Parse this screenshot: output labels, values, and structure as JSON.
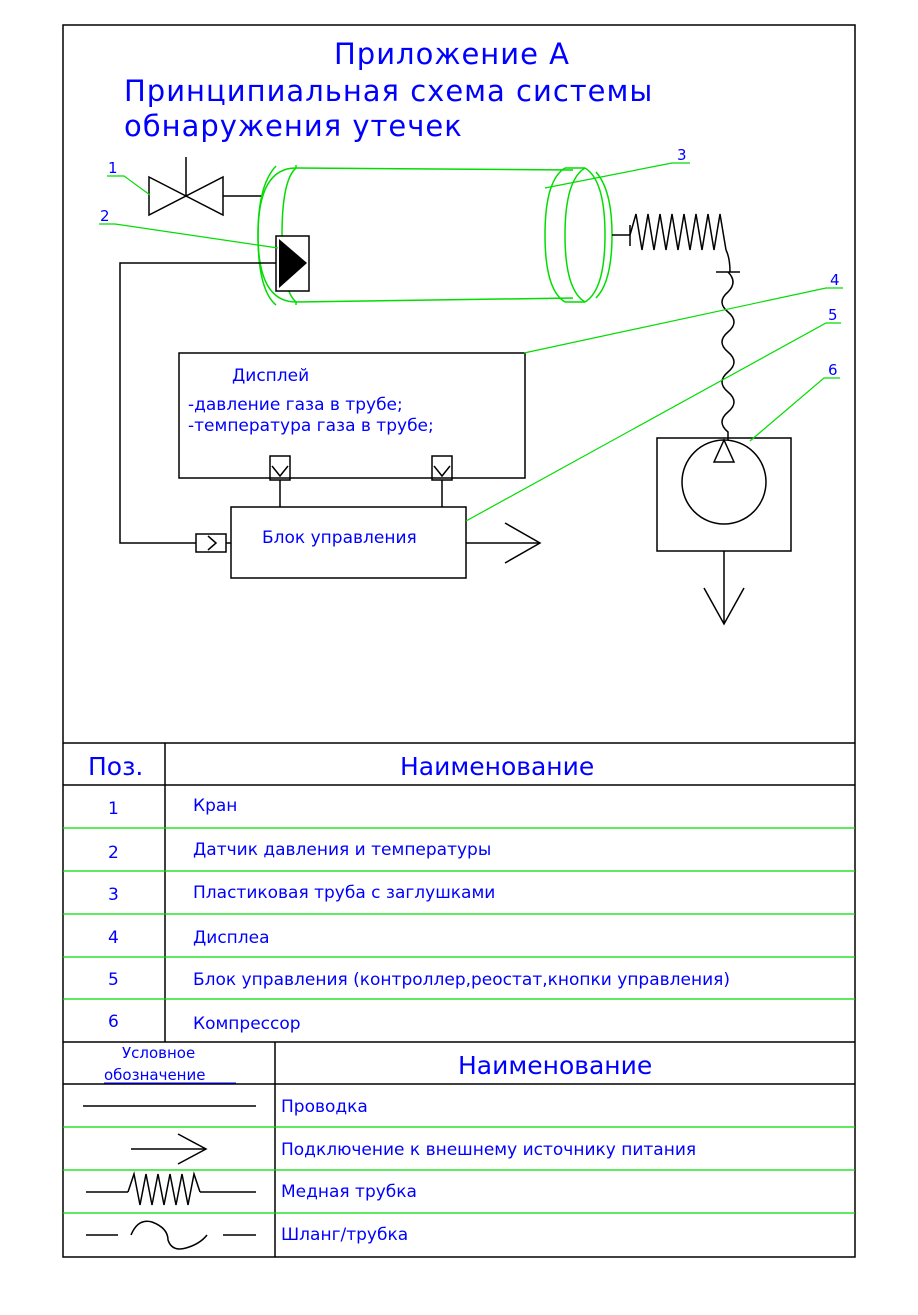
{
  "title": {
    "line1": "Приложение А",
    "line2": "Принципиальная схема системы",
    "line3": "обнаружения утечек"
  },
  "callouts": [
    "1",
    "2",
    "3",
    "4",
    "5",
    "6"
  ],
  "display": {
    "title": "Дисплей",
    "line1": "-давление газа в трубе;",
    "line2": "-температура газа в трубе;"
  },
  "control_unit": {
    "label": "Блок управления"
  },
  "positions_table": {
    "header_pos": "Поз.",
    "header_name": "Наименование",
    "rows": [
      {
        "pos": "1",
        "name": "Кран"
      },
      {
        "pos": "2",
        "name": "Датчик давления и температуры"
      },
      {
        "pos": "3",
        "name": "Пластиковая труба с заглушками"
      },
      {
        "pos": "4",
        "name": "Дисплеа"
      },
      {
        "pos": "5",
        "name": "Блок управления (контроллер,реостат,кнопки управления)"
      },
      {
        "pos": "6",
        "name": "Компрессор"
      }
    ]
  },
  "legend_table": {
    "header_symbol_line1": "Условное",
    "header_symbol_line2": "обозначение",
    "header_name": "Наименование",
    "rows": [
      {
        "symbol": "wire-line",
        "name": "Проводка"
      },
      {
        "symbol": "arrow",
        "name": "Подключение к внешнему источнику питания"
      },
      {
        "symbol": "copper-coil",
        "name": "Медная трубка"
      },
      {
        "symbol": "hose-wave",
        "name": "Шланг/трубка"
      }
    ]
  },
  "colors": {
    "text": "#0000ff",
    "lines": "#000000",
    "leaders": "#00dd00",
    "background": "#ffffff"
  }
}
